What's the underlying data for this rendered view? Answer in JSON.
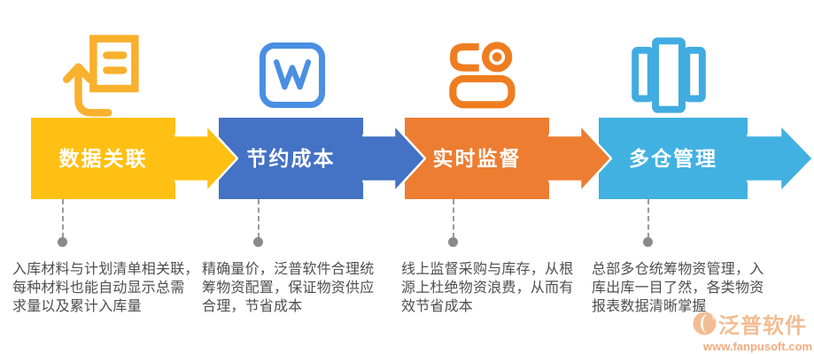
{
  "page": {
    "background": "#ffffff"
  },
  "steps": [
    {
      "label": "数据关联",
      "color": "#FFC013",
      "icon_color": "#F9B02C",
      "icon": "document-upload-icon",
      "description": "入库材料与计划清单相关联，\n每种材料也能自动显示总需\n求量以及累计入库量"
    },
    {
      "label": "节约成本",
      "color": "#4472C4",
      "icon_color": "#4A8FE2",
      "icon": "w-document-icon",
      "description": "精确量价，泛普软件合理统\n筹物资配置，保证物资供应\n合理，节省成本"
    },
    {
      "label": "实时监督",
      "color": "#ED7D31",
      "icon_color": "#EF7D1F",
      "icon": "surveillance-camera-icon",
      "description": "线上监督采购与库存，从根\n源上杜绝物资浪费，从而有\n效节省成本"
    },
    {
      "label": "多仓管理",
      "color": "#41B1E1",
      "icon_color": "#41ACE1",
      "icon": "warehouse-cabinets-icon",
      "description": "总部多仓统筹物资管理，入\n库出库一目了然，各类物资\n报表数据清晰掌握"
    }
  ],
  "connector": {
    "line_color": "#9B9B9B",
    "dot_color": "#8A8A8A"
  },
  "watermark": {
    "logo_icon": "fanpu-logo-icon",
    "brand": "泛普软件",
    "url": "www.fanpusoft.com",
    "brand_color": "#F2BD94",
    "url_color": "#EFAC80"
  }
}
